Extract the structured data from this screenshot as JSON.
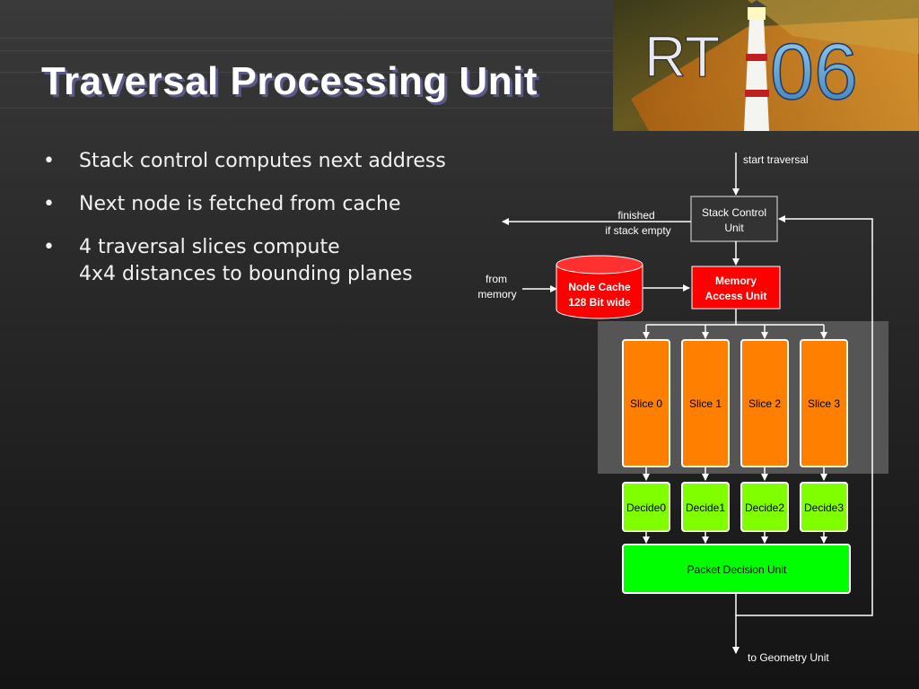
{
  "slide": {
    "title": "Traversal Processing Unit",
    "bullets": [
      {
        "lines": [
          "Stack control computes next address"
        ]
      },
      {
        "lines": [
          "Next node is fetched from cache"
        ]
      },
      {
        "lines": [
          "4 traversal slices compute",
          "4x4 distances to bounding planes"
        ]
      }
    ]
  },
  "logo": {
    "text_left": "RT",
    "text_right": "06",
    "icon": "lighthouse-icon"
  },
  "diagram": {
    "start_label": "start traversal",
    "stack_control": {
      "line1": "Stack Control",
      "line2": "Unit"
    },
    "finished": {
      "line1": "finished",
      "line2": "if stack empty"
    },
    "from_memory": {
      "line1": "from",
      "line2": "memory"
    },
    "node_cache": {
      "line1": "Node Cache",
      "line2": "128 Bit wide"
    },
    "memory_access": {
      "line1": "Memory",
      "line2": "Access Unit"
    },
    "slices": [
      "Slice 0",
      "Slice 1",
      "Slice 2",
      "Slice 3"
    ],
    "decides": [
      "Decide0",
      "Decide1",
      "Decide2",
      "Decide3"
    ],
    "packet_decision": "Packet Decision Unit",
    "to_geometry": "to Geometry Unit",
    "colors": {
      "slice": "#ff7f00",
      "decide": "#7fff00",
      "packet": "#00ff00",
      "red_unit": "#ff0000",
      "stack_box": "#333333",
      "slice_panel": "#555555"
    }
  }
}
